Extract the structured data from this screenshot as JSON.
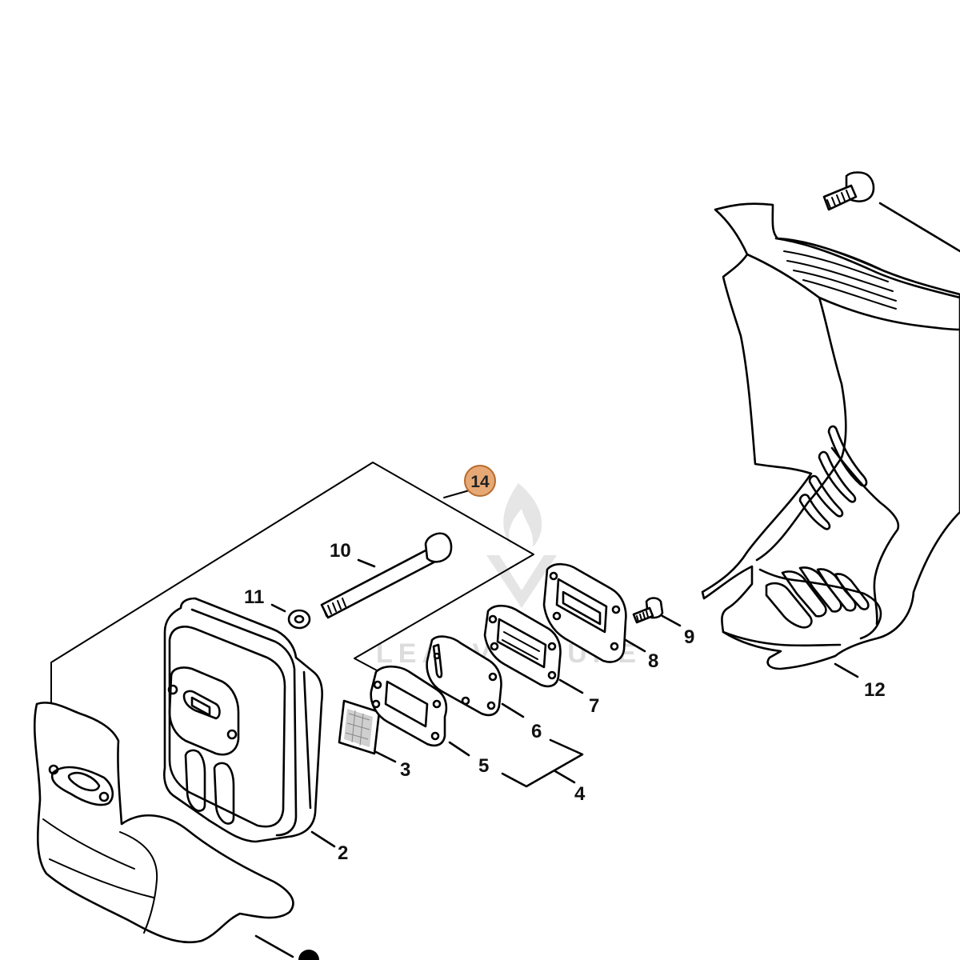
{
  "highlight": {
    "label": "14",
    "color": "#e6a875",
    "border": "#b86b2c"
  },
  "callouts": {
    "c2": "2",
    "c3": "3",
    "c4": "4",
    "c5": "5",
    "c6": "6",
    "c7": "7",
    "c8": "8",
    "c9": "9",
    "c10": "10",
    "c11": "11",
    "c12": "12"
  },
  "watermark": {
    "text": "LEADVENTURE",
    "color": "#d9d9d9"
  }
}
